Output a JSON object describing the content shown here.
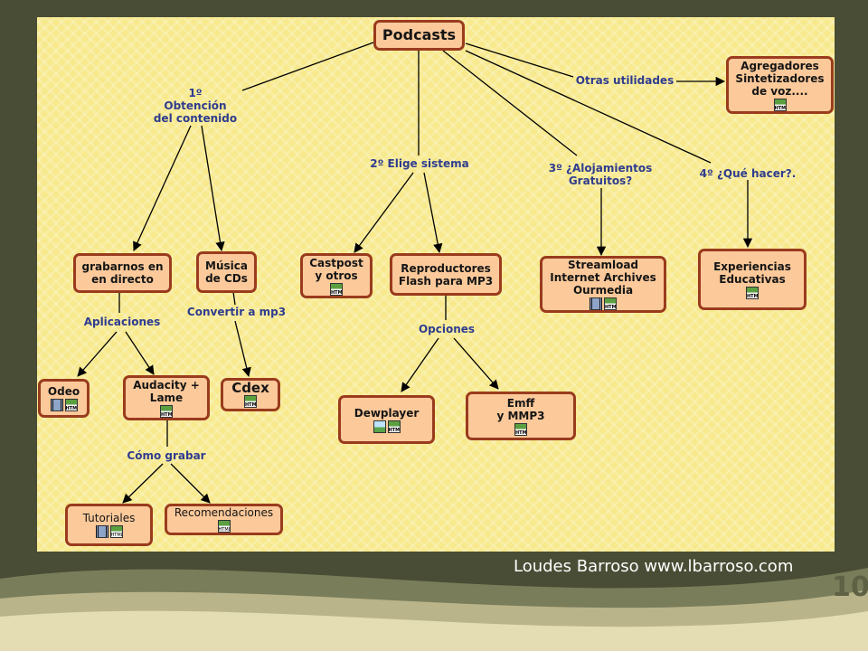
{
  "nodes": {
    "podcasts": "Podcasts",
    "agregadores": "Agregadores\nSintetizadores\nde voz....",
    "grabarnos": "grabarnos en\nen directo",
    "musica": "Música\nde CDs",
    "castpost": "Castpost\ny otros",
    "reproductores": "Reproductores\nFlash para MP3",
    "streamload": "Streamload\nInternet Archives\nOurmedia",
    "experiencias": "Experiencias\nEducativas",
    "odeo": "Odeo",
    "audacity": "Audacity +\nLame",
    "cdex": "Cdex",
    "dewplayer": "Dewplayer",
    "emff": "Emff\ny MMP3",
    "tutoriales": "Tutoriales",
    "recomendaciones": "Recomendaciones"
  },
  "edge_labels": {
    "obtencion": "1º\nObtención\ndel contenido",
    "otras": "Otras utilidades",
    "elige": "2º Elige sistema",
    "alojamientos": "3º ¿Alojamientos\nGratuitos?",
    "que_hacer": "4º ¿Qué hacer?.",
    "aplicaciones": "Aplicaciones",
    "convertir": "Convertir a mp3",
    "opciones": "Opciones",
    "como_grabar": "Cómo grabar"
  },
  "icons": {
    "html": "html-page-icon",
    "film": "film-icon",
    "image": "image-icon",
    "html_text": "HTML"
  },
  "colors": {
    "node_fill": "#fbc99a",
    "node_border": "#9a3b1e",
    "link_label": "#2f3c8e",
    "map_background": "#f7e98c",
    "slide_background": "#4a4d35"
  },
  "footer": {
    "credit": "Loudes Barroso www.lbarroso.com",
    "page_number": "10"
  }
}
